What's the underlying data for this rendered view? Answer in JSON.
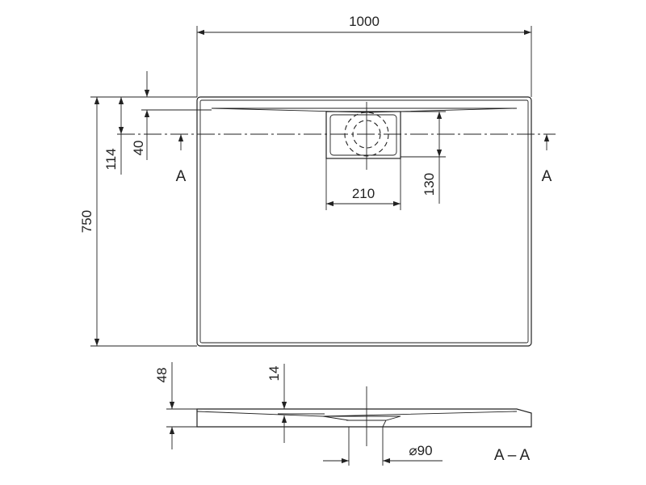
{
  "drawing": {
    "top_view": {
      "dim_width": "1000",
      "dim_length": "750",
      "dim_drain_offset": "114",
      "dim_channel": "40",
      "dim_drain_width": "210",
      "dim_drain_height": "130",
      "section_mark_left": "A",
      "section_mark_right": "A"
    },
    "side_view": {
      "dim_height": "48",
      "dim_depth": "14",
      "dim_outlet": "⌀90",
      "section_label": "A – A"
    }
  }
}
